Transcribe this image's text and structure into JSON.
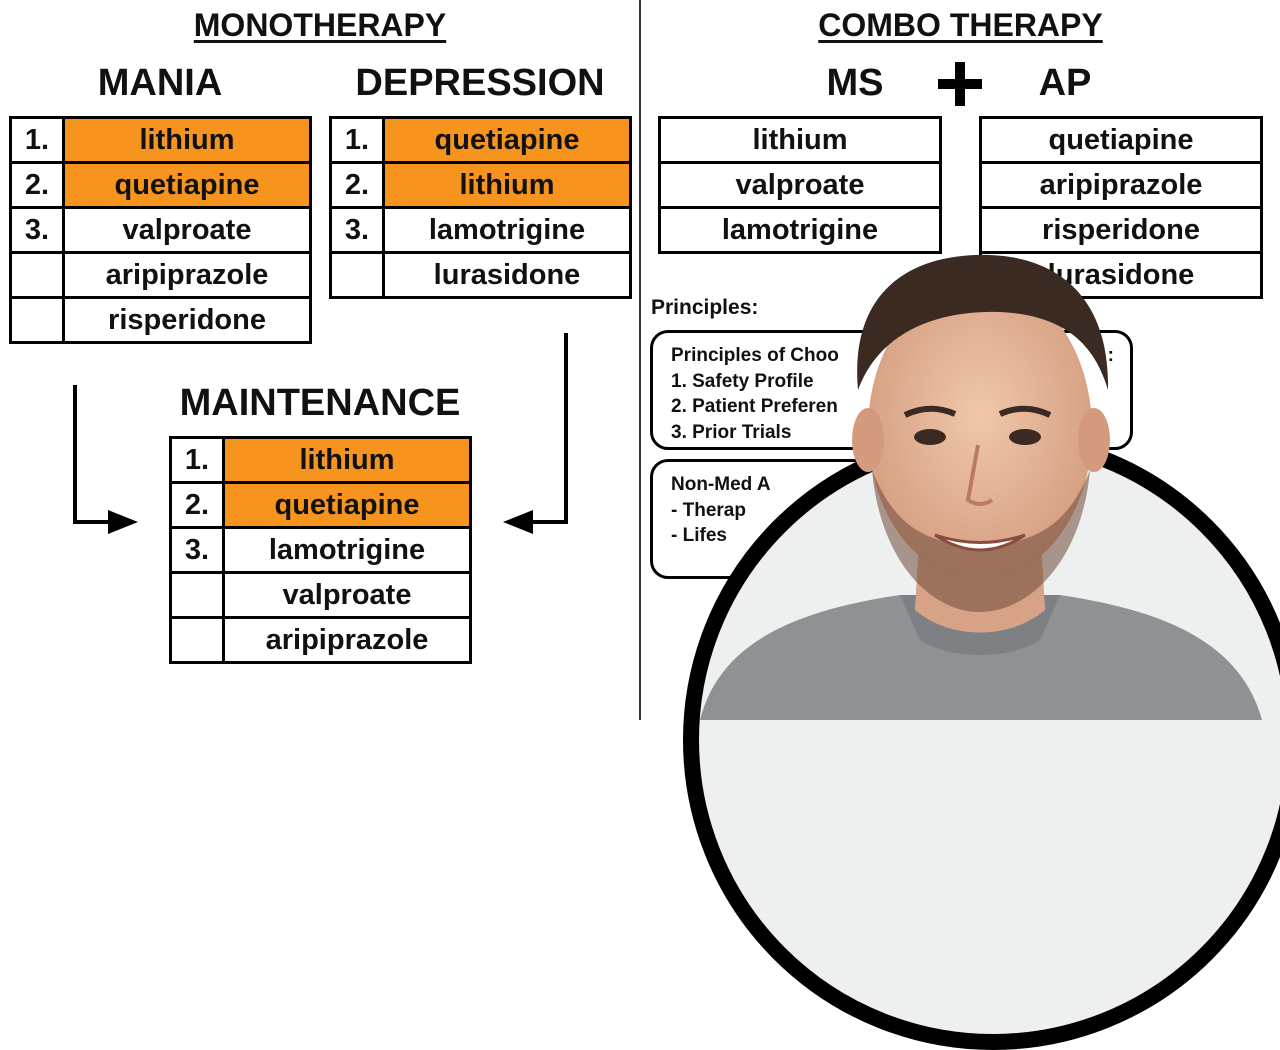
{
  "mono": {
    "title": "MONOTHERAPY",
    "mania": {
      "heading": "MANIA",
      "rows": [
        {
          "num": "1.",
          "drug": "lithium"
        },
        {
          "num": "2.",
          "drug": "quetiapine"
        },
        {
          "num": "3.",
          "drug": "valproate"
        },
        {
          "num": "",
          "drug": "aripiprazole"
        },
        {
          "num": "",
          "drug": "risperidone"
        }
      ]
    },
    "depression": {
      "heading": "DEPRESSION",
      "rows": [
        {
          "num": "1.",
          "drug": "quetiapine"
        },
        {
          "num": "2.",
          "drug": "lithium"
        },
        {
          "num": "3.",
          "drug": "lamotrigine"
        },
        {
          "num": "",
          "drug": "lurasidone"
        }
      ]
    },
    "maintenance": {
      "heading": "MAINTENANCE",
      "rows": [
        {
          "num": "1.",
          "drug": "lithium"
        },
        {
          "num": "2.",
          "drug": "quetiapine"
        },
        {
          "num": "3.",
          "drug": "lamotrigine"
        },
        {
          "num": "",
          "drug": "valproate"
        },
        {
          "num": "",
          "drug": "aripiprazole"
        }
      ]
    }
  },
  "combo": {
    "title": "COMBO THERAPY",
    "ms_heading": "MS",
    "ap_heading": "AP",
    "ms_list": [
      "lithium",
      "valproate",
      "lamotrigine"
    ],
    "ap_list": [
      "quetiapine",
      "aripiprazole",
      "risperidone",
      "lurasidone"
    ],
    "principles_label": "Principles:",
    "principles_box": {
      "title": "Principles of Choo",
      "title_right": ":",
      "items": [
        "1. Safety Profile",
        "2. Patient Preferen",
        "3. Prior Trials"
      ]
    },
    "nonmed_box": {
      "title": "Non-Med A",
      "items": [
        "- Therap",
        "- Lifes"
      ]
    }
  },
  "colors": {
    "highlight": "#f7941d",
    "border": "#000000"
  }
}
